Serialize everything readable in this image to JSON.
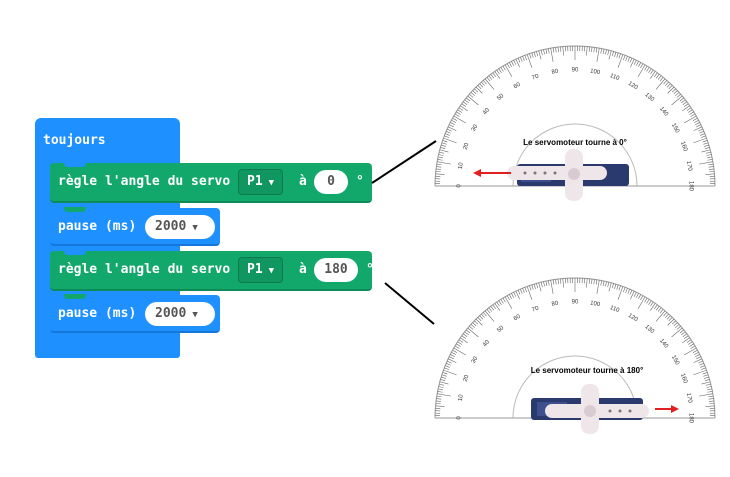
{
  "workspace": {
    "forever_label": "toujours",
    "blocks": [
      {
        "kind": "servo",
        "text": "règle l'angle du servo",
        "pin": "P1",
        "at": "à",
        "angle": "0",
        "unit": "°"
      },
      {
        "kind": "pause",
        "text": "pause (ms)",
        "value": "2000"
      },
      {
        "kind": "servo",
        "text": "règle l'angle du servo",
        "pin": "P1",
        "at": "à",
        "angle": "180",
        "unit": "°"
      },
      {
        "kind": "pause",
        "text": "pause (ms)",
        "value": "2000"
      }
    ]
  },
  "images": {
    "top": {
      "caption": "Le servomoteur tourne à 0°",
      "arrow": "left"
    },
    "bottom": {
      "caption": "Le servomoteur tourne à 180°",
      "arrow": "right"
    },
    "scale_labels": [
      "0",
      "10",
      "20",
      "30",
      "40",
      "50",
      "60",
      "70",
      "80",
      "90",
      "100",
      "110",
      "120",
      "130",
      "140",
      "150",
      "160",
      "170",
      "180"
    ]
  },
  "colors": {
    "loop": "#1e90ff",
    "servo": "#13a86b",
    "arrow": "#e02020"
  }
}
